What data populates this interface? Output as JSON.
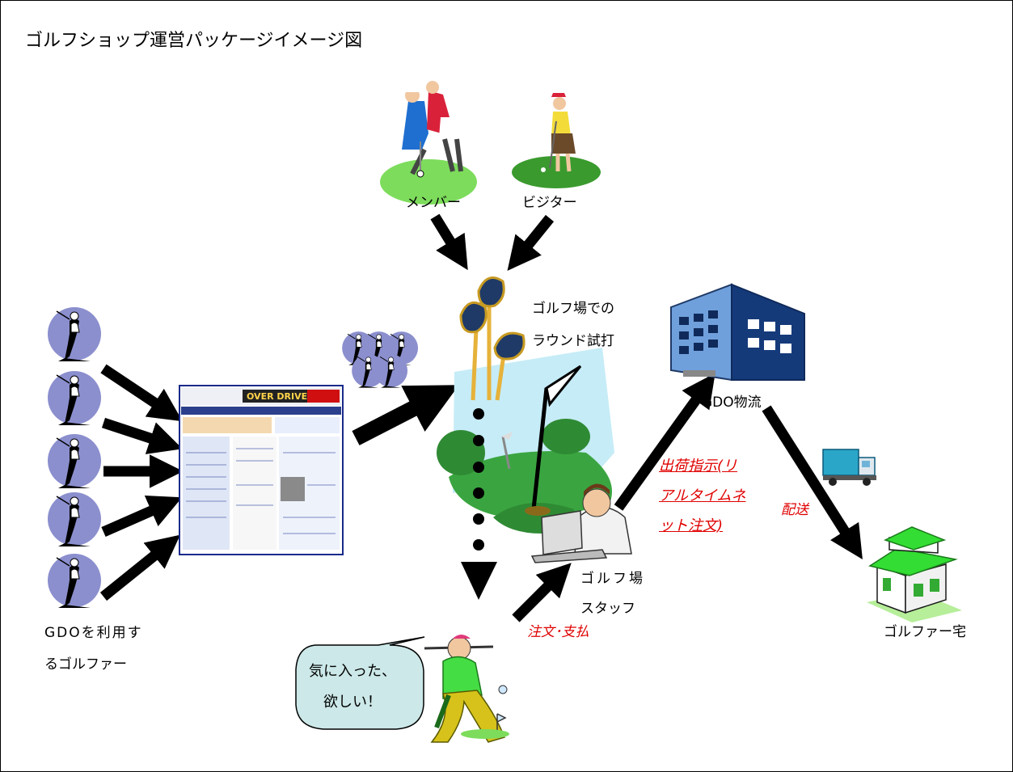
{
  "title": "ゴルフショップ運営パッケージイメージ図",
  "labels": {
    "member": "メンバー",
    "visitor": "ビジター",
    "trial_line1": "ゴルフ場での",
    "trial_line2": "ラウンド試打",
    "logistics": "GDO物流",
    "golfers_line1": "GDOを利用す",
    "golfers_line2": "るゴルファー",
    "staff_line1": "ゴルフ場",
    "staff_line2": "スタッフ",
    "home": "ゴルファー宅",
    "order_pay": "注文･支払",
    "delivery": "配送",
    "shipment_line1": "出荷指示(リ",
    "shipment_line2": "アルタイムネ",
    "shipment_line3": "ット注文)"
  },
  "bubble": {
    "line1": "気に入った、",
    "line2": "欲しい！"
  },
  "website_banner": "OVER DRIVE",
  "icons": [
    "golf-lesson-icon",
    "putting-golfer-icon",
    "golf-clubs-icon",
    "golf-green-flag-icon",
    "office-building-icon",
    "delivery-truck-icon",
    "house-icon",
    "staff-laptop-icon",
    "swinging-golfer-icon",
    "gdo-website-icon",
    "golfer-silhouette-icon"
  ],
  "colors": {
    "arrow": "#000000",
    "highlight_text": "#e00000",
    "bubble_fill": "#cce8e8",
    "building": "#1f5fa8",
    "house": "#33dd33",
    "grass": "#3aa540"
  }
}
